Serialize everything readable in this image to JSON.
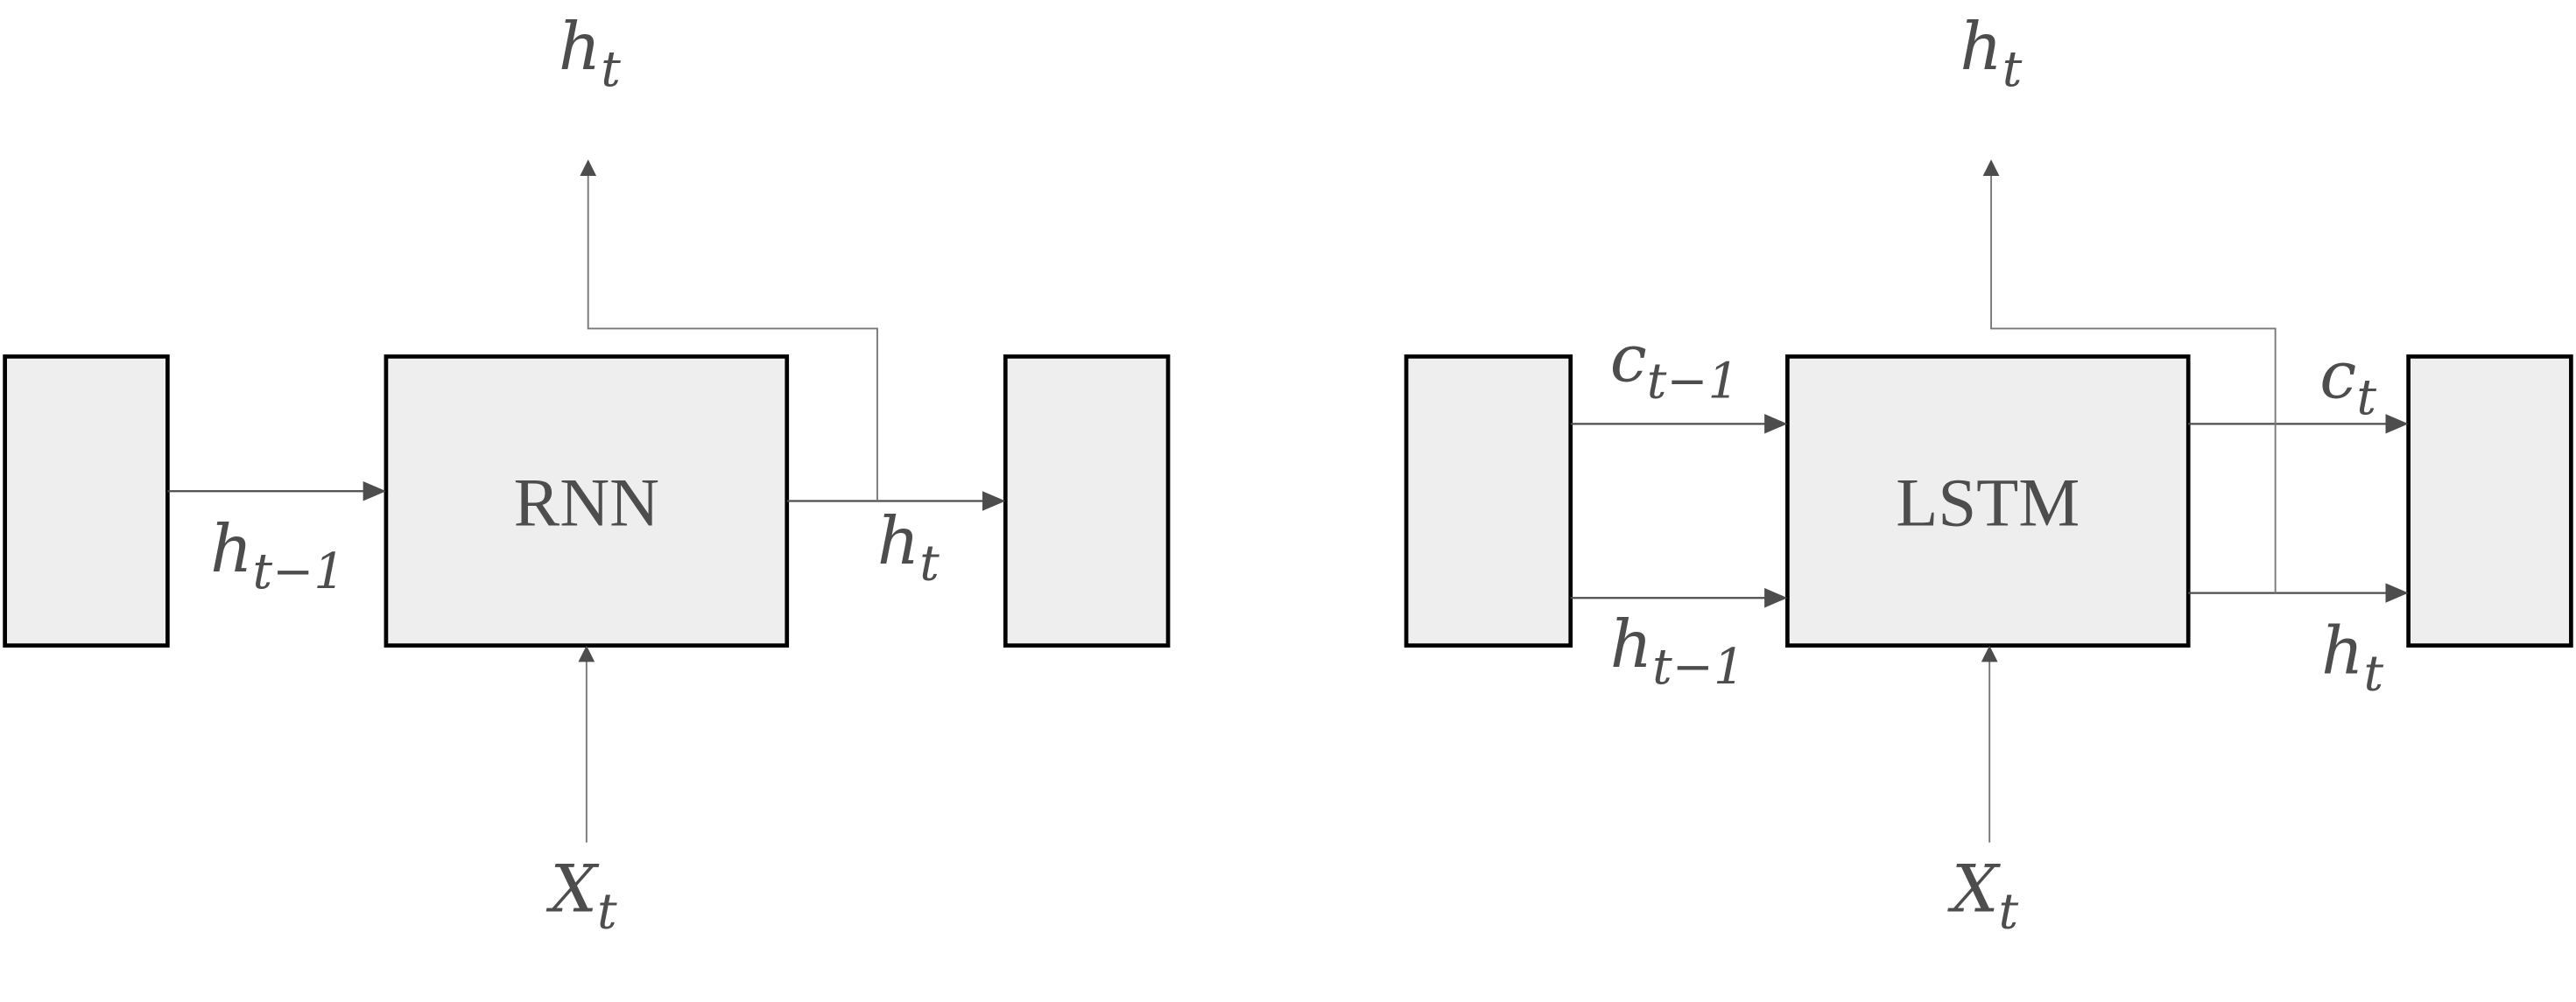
{
  "rnn": {
    "cell_label": "RNN",
    "top_output": {
      "base": "h",
      "sub": "t"
    },
    "prev_hidden": {
      "base": "h",
      "sub": "t−1"
    },
    "next_hidden": {
      "base": "h",
      "sub": "t"
    },
    "input": {
      "base": "X",
      "sub": "t"
    }
  },
  "lstm": {
    "cell_label": "LSTM",
    "top_output": {
      "base": "h",
      "sub": "t"
    },
    "prev_cell": {
      "base": "c",
      "sub": "t−1"
    },
    "prev_hidden": {
      "base": "h",
      "sub": "t−1"
    },
    "next_cell": {
      "base": "c",
      "sub": "t"
    },
    "next_hidden": {
      "base": "h",
      "sub": "t"
    },
    "input": {
      "base": "X",
      "sub": "t"
    }
  },
  "colors": {
    "box_fill": "#eeeeee",
    "line": "#4d4d4d",
    "border": "#000000"
  }
}
